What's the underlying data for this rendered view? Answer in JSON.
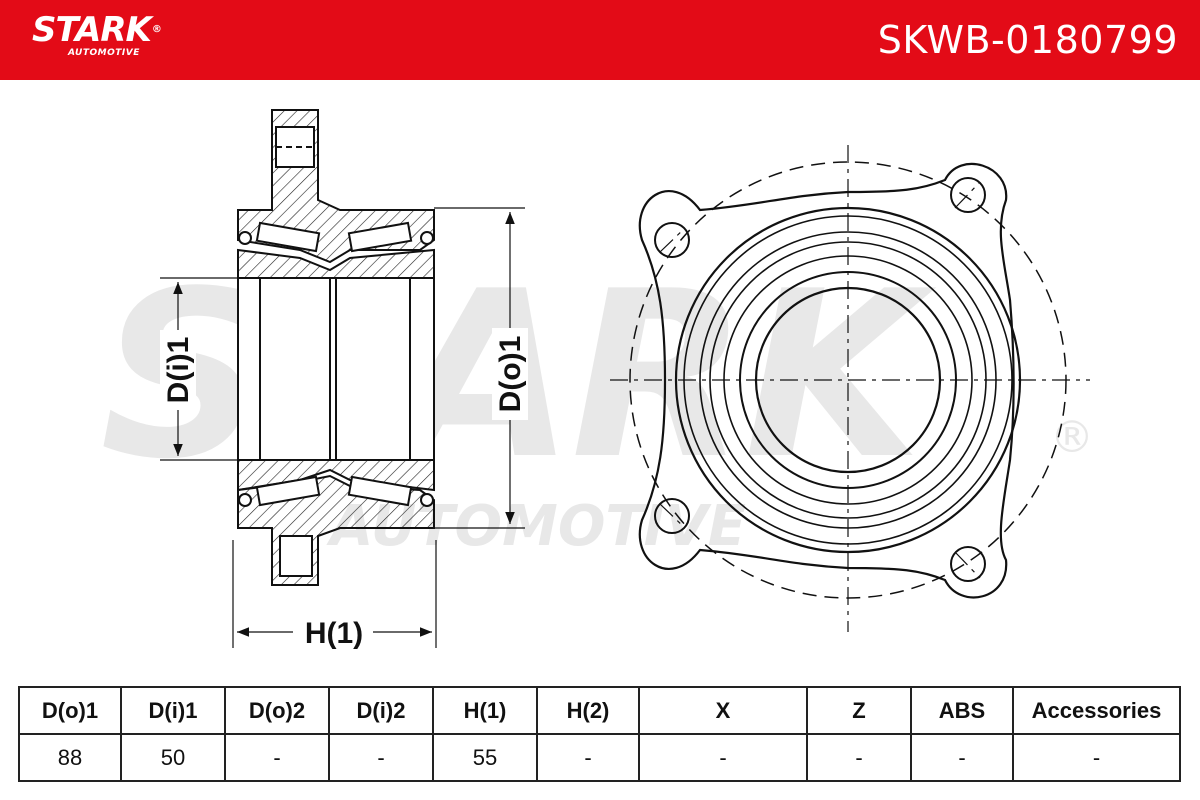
{
  "header": {
    "brand": "STARK",
    "brand_sub": "AUTOMOTIVE",
    "part_number": "SKWB-0180799",
    "background_color": "#e30b17"
  },
  "watermark": {
    "text": "STARK",
    "sub": "AUTOMOTIVE",
    "mark": "®",
    "color": "#e8e8e8"
  },
  "drawing": {
    "labels": {
      "inner_diameter": "D(i)1",
      "outer_diameter": "D(o)1",
      "height": "H(1)"
    },
    "icons": [
      "cross-section-view",
      "front-view"
    ]
  },
  "spec_table": {
    "headers": [
      "D(o)1",
      "D(i)1",
      "D(o)2",
      "D(i)2",
      "H(1)",
      "H(2)",
      "X",
      "Z",
      "ABS",
      "Accessories"
    ],
    "values": [
      "88",
      "50",
      "-",
      "-",
      "55",
      "-",
      "-",
      "-",
      "-",
      "-"
    ]
  }
}
